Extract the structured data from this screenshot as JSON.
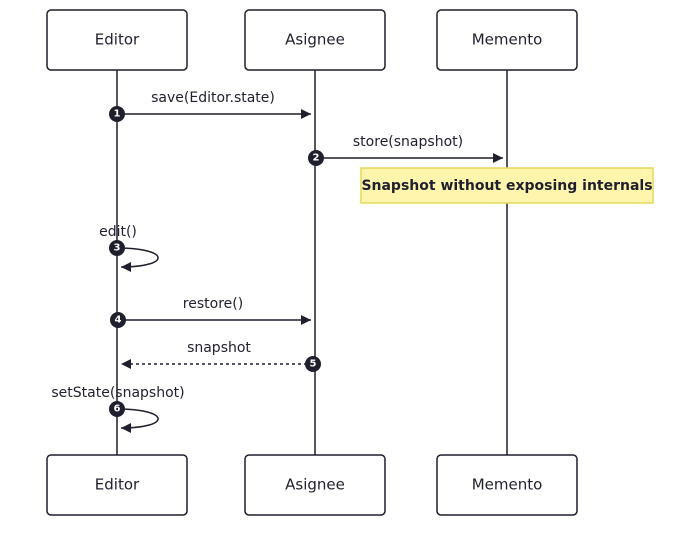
{
  "participants": [
    {
      "id": "editor",
      "label": "Editor"
    },
    {
      "id": "asignee",
      "label": "Asignee"
    },
    {
      "id": "memento",
      "label": "Memento"
    }
  ],
  "messages": [
    {
      "seq": "1",
      "label": "save(Editor.state)",
      "from": "editor",
      "to": "asignee",
      "style": "solid"
    },
    {
      "seq": "2",
      "label": "store(snapshot)",
      "from": "asignee",
      "to": "memento",
      "style": "solid"
    },
    {
      "seq": "3",
      "label": "edit()",
      "from": "editor",
      "to": "editor",
      "style": "self"
    },
    {
      "seq": "4",
      "label": "restore()",
      "from": "editor",
      "to": "asignee",
      "style": "solid"
    },
    {
      "seq": "5",
      "label": "snapshot",
      "from": "asignee",
      "to": "editor",
      "style": "dashed"
    },
    {
      "seq": "6",
      "label": "setState(snapshot)",
      "from": "editor",
      "to": "editor",
      "style": "self"
    }
  ],
  "note": {
    "text": "Snapshot without exposing internals"
  },
  "colors": {
    "ink": "#1f1f2e",
    "note_fill": "#fff5ad",
    "note_border": "#e6d75a"
  }
}
